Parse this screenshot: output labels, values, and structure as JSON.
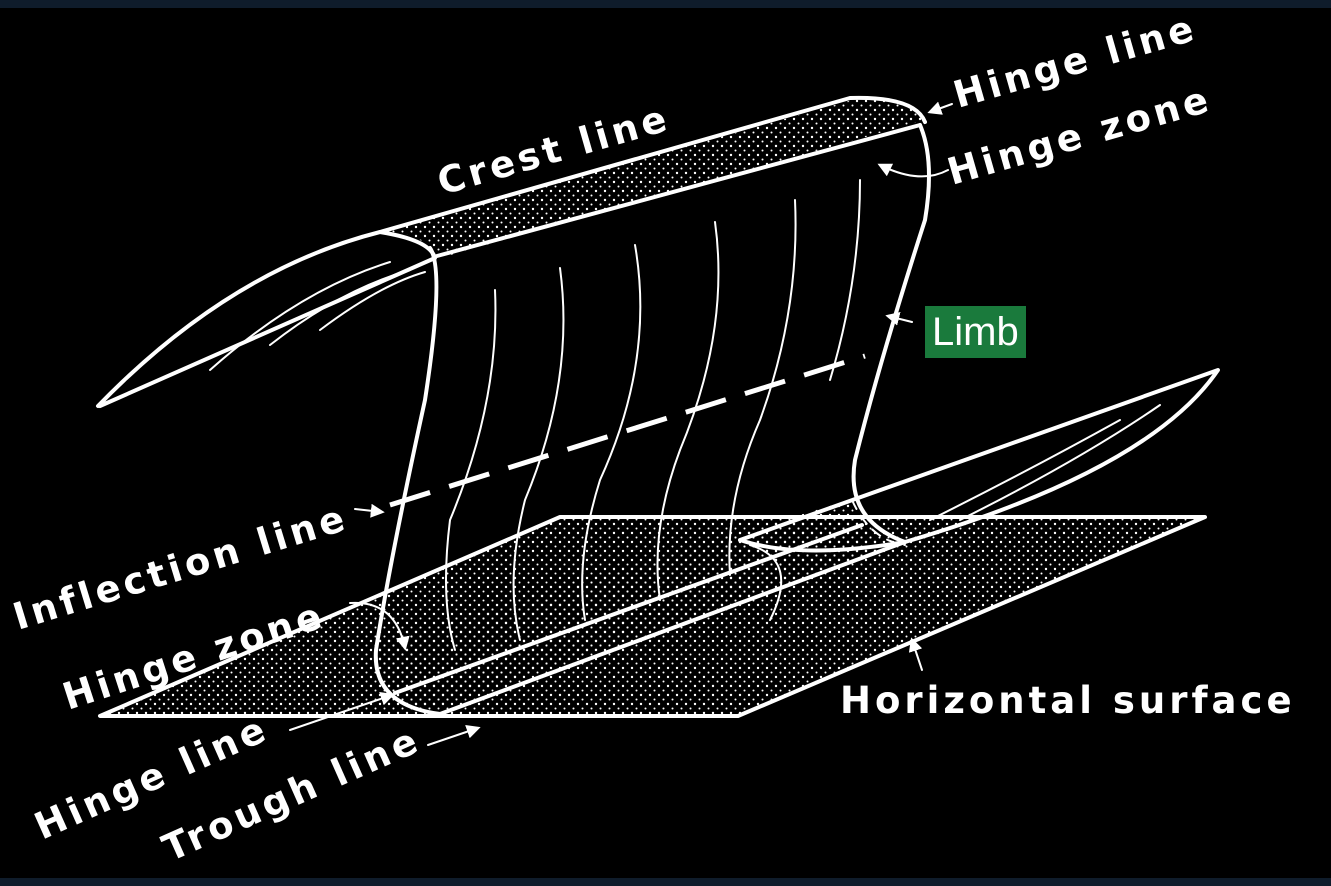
{
  "labels": {
    "crest_line": "Crest line",
    "hinge_line_top": "Hinge line",
    "hinge_zone_top": "Hinge zone",
    "limb": "Limb",
    "inflection_line": "Inflection line",
    "hinge_zone_bottom": "Hinge zone",
    "hinge_line_bottom": "Hinge line",
    "trough_line": "Trough line",
    "horizontal_surface": "Horizontal surface"
  },
  "colors": {
    "page_bg": "#0f1c2b",
    "figure_bg": "#000000",
    "line": "#ffffff",
    "highlight": "#1a7a3c"
  }
}
